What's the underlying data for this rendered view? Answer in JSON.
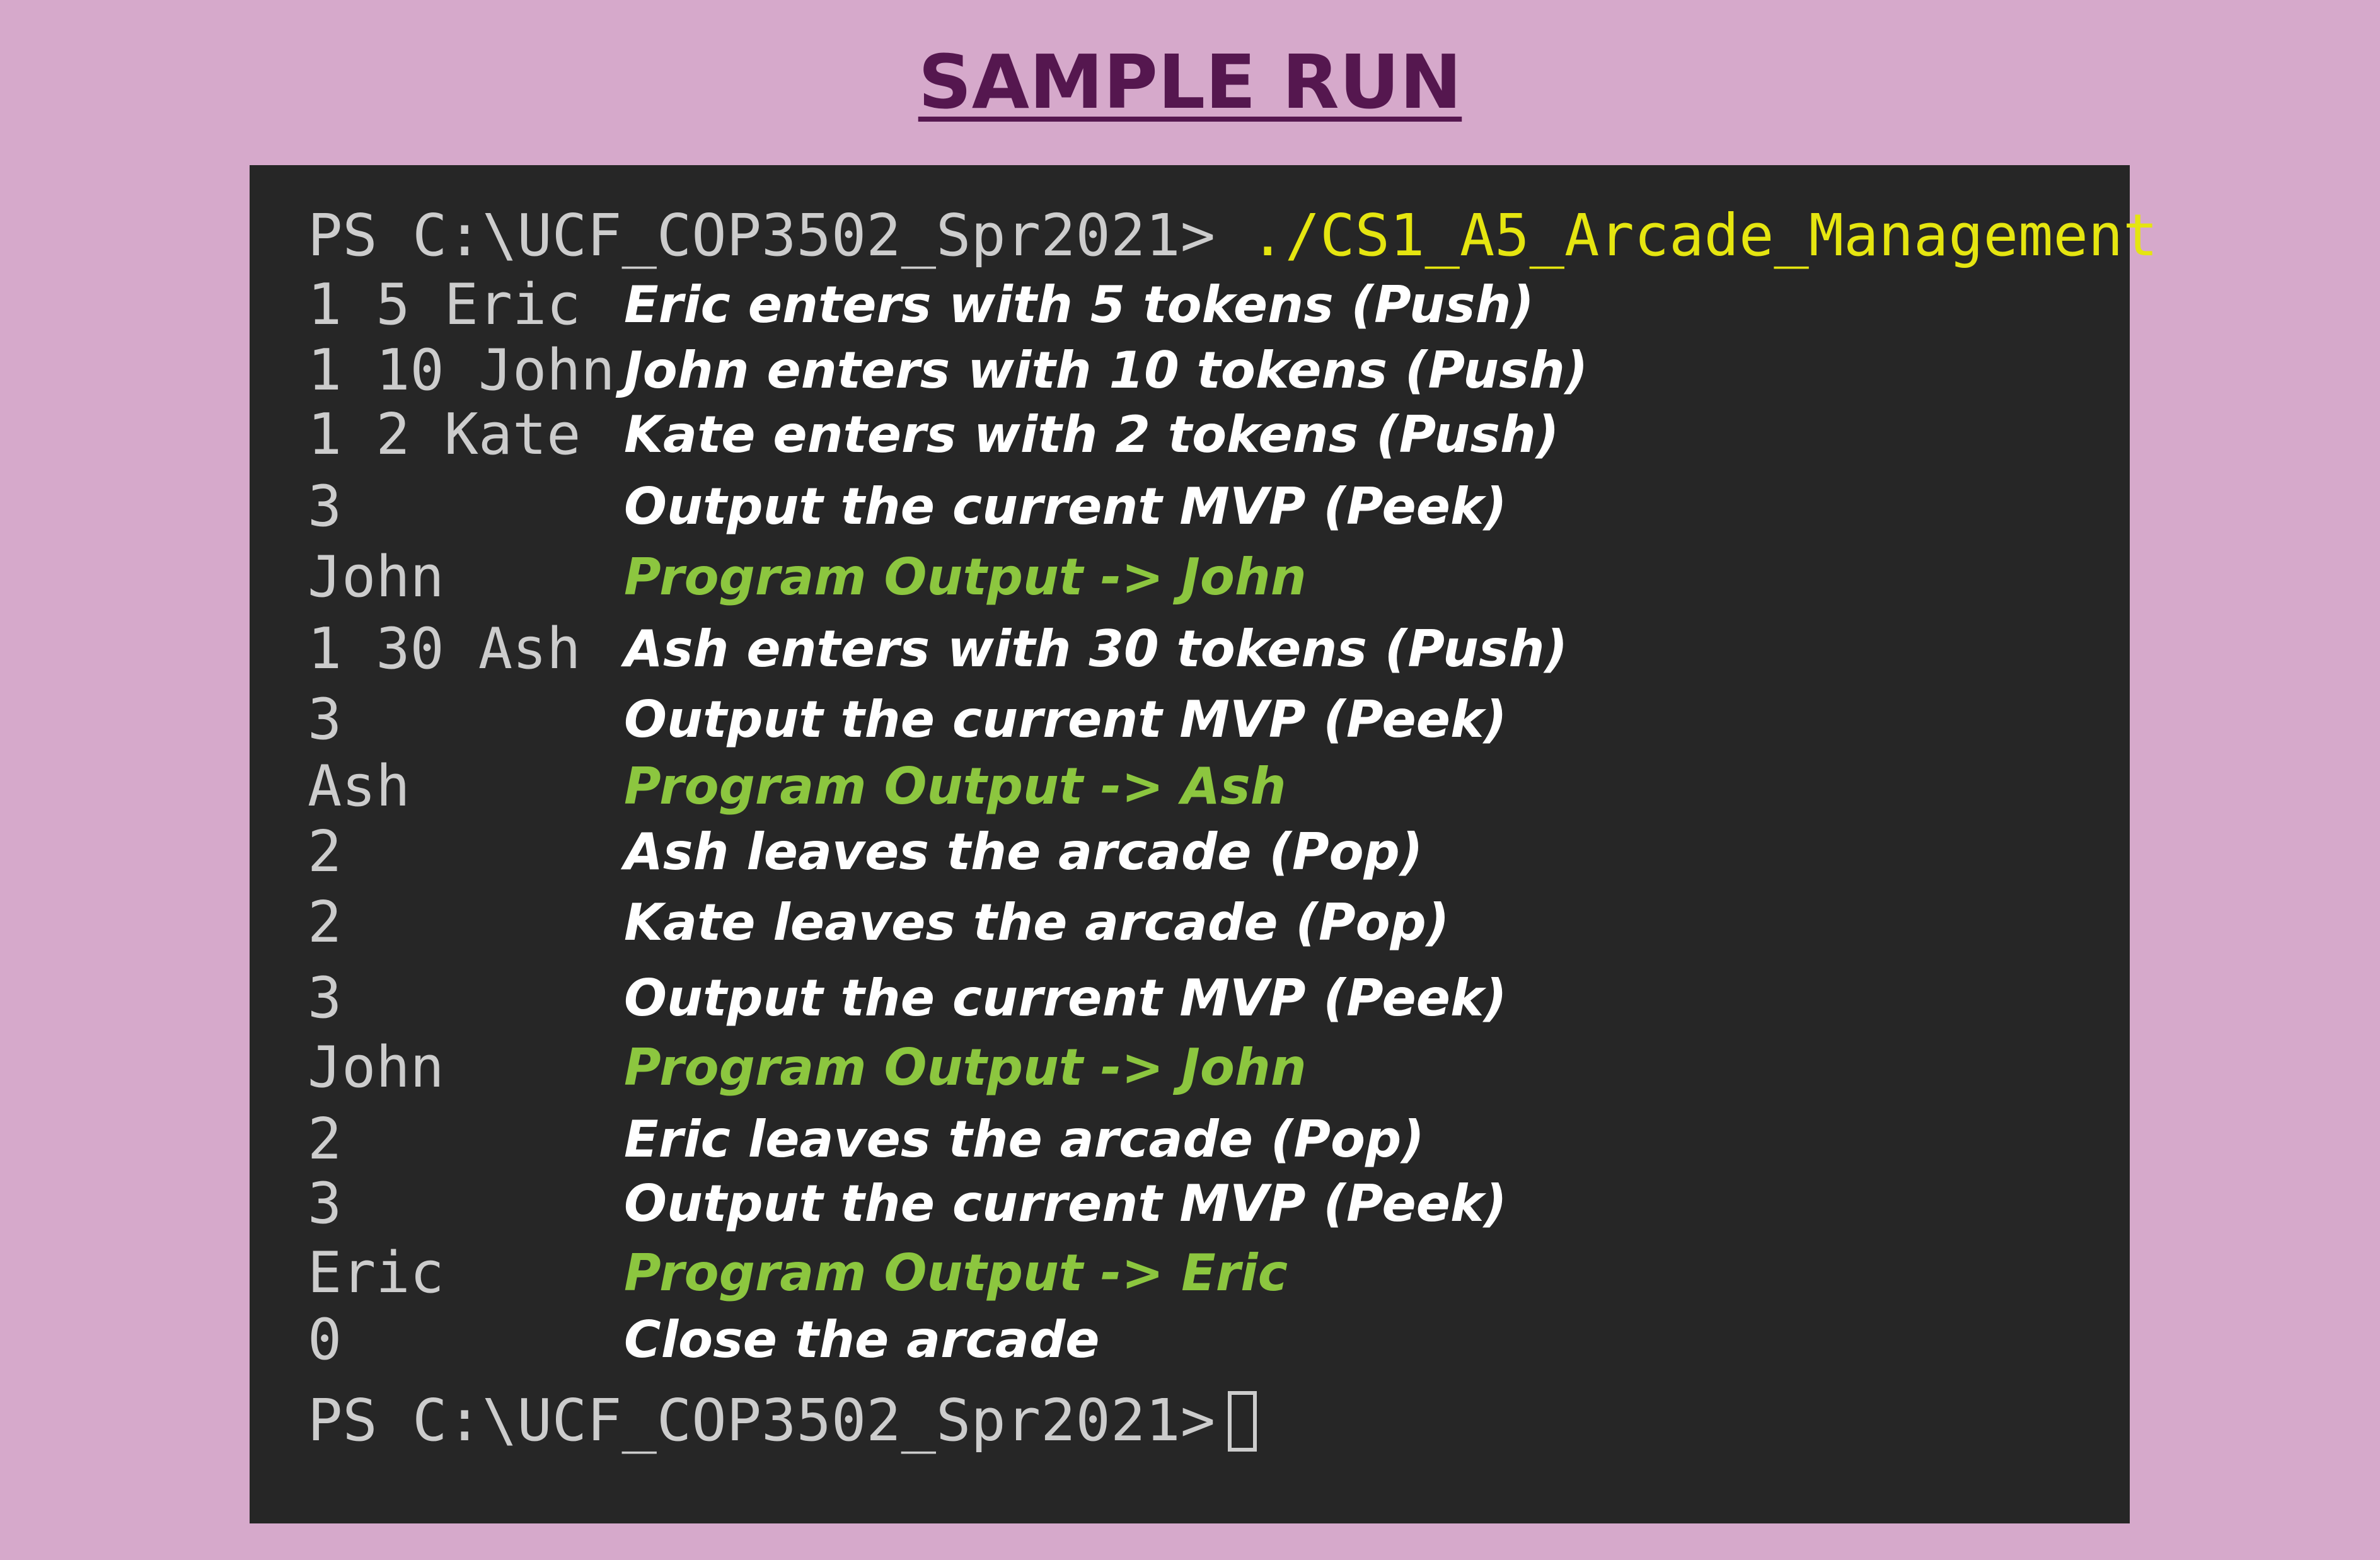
{
  "page_title": "SAMPLE RUN",
  "terminal": {
    "prompt": "PS C:\\UCF_COP3502_Spr2021>",
    "command": "./CS1_A5_Arcade_Management",
    "rows": [
      {
        "input": "1 5 Eric",
        "note": "Eric enters with 5 tokens (Push)",
        "kind": "annotation"
      },
      {
        "input": "1 10 John",
        "note": "John enters with 10 tokens (Push)",
        "kind": "annotation"
      },
      {
        "input": "1 2 Kate",
        "note": "Kate enters with 2 tokens (Push)",
        "kind": "annotation"
      },
      {
        "input": "3",
        "note": "Output the current MVP (Peek)",
        "kind": "annotation"
      },
      {
        "input": "John",
        "note": "Program Output -> John",
        "kind": "output"
      },
      {
        "input": "1 30 Ash",
        "note": "Ash enters with 30 tokens (Push)",
        "kind": "annotation"
      },
      {
        "input": "3",
        "note": "Output the current MVP (Peek)",
        "kind": "annotation"
      },
      {
        "input": "Ash",
        "note": "Program Output -> Ash",
        "kind": "output"
      },
      {
        "input": "2",
        "note": "Ash leaves the arcade (Pop)",
        "kind": "annotation"
      },
      {
        "input": "2",
        "note": "Kate leaves the arcade (Pop)",
        "kind": "annotation"
      },
      {
        "input": "3",
        "note": "Output the current MVP (Peek)",
        "kind": "annotation"
      },
      {
        "input": "John",
        "note": "Program Output -> John",
        "kind": "output"
      },
      {
        "input": "2",
        "note": "Eric leaves the arcade (Pop)",
        "kind": "annotation"
      },
      {
        "input": "3",
        "note": "Output the current MVP (Peek)",
        "kind": "annotation"
      },
      {
        "input": "Eric",
        "note": "Program Output -> Eric",
        "kind": "output"
      },
      {
        "input": "0",
        "note": "Close the arcade",
        "kind": "annotation"
      }
    ],
    "final_prompt": "PS C:\\UCF_COP3502_Spr2021>"
  },
  "colors": {
    "page_background": "#d6a9cb",
    "title": "#55174f",
    "terminal_background": "#262626",
    "terminal_text": "#cccccc",
    "command": "#e5e510",
    "annotation": "#ffffff",
    "program_output": "#8cc63f"
  }
}
